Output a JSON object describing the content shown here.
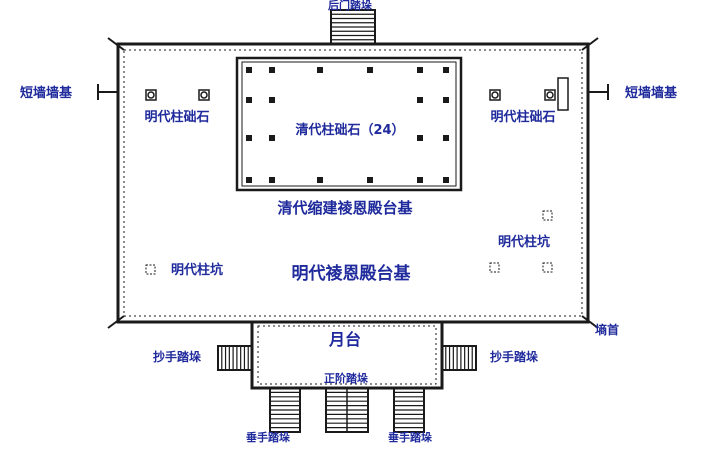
{
  "colors": {
    "label": "#1f2a9c",
    "ink": "#1a1a1a",
    "paper": "#ffffff"
  },
  "labels": {
    "rear_steps": "后门踏垛",
    "wall_base_left": "短墙墙基",
    "wall_base_right": "短墙墙基",
    "ming_base_left": "明代柱础石",
    "ming_base_right": "明代柱础石",
    "qing_base": "清代柱础石（24）",
    "qing_platform": "清代缩建祾恩殿台基",
    "ming_pit_right": "明代柱坑",
    "ming_pit_left": "明代柱坑",
    "ming_platform": "明代祾恩殿台基",
    "moon_terrace": "月台",
    "wall_head": "墒首",
    "side_steps_left": "抄手踏垛",
    "side_steps_right": "抄手踏垛",
    "main_steps": "正阶踏垛",
    "drop_steps_left": "垂手踏垛",
    "drop_steps_right": "垂手踏垛"
  }
}
